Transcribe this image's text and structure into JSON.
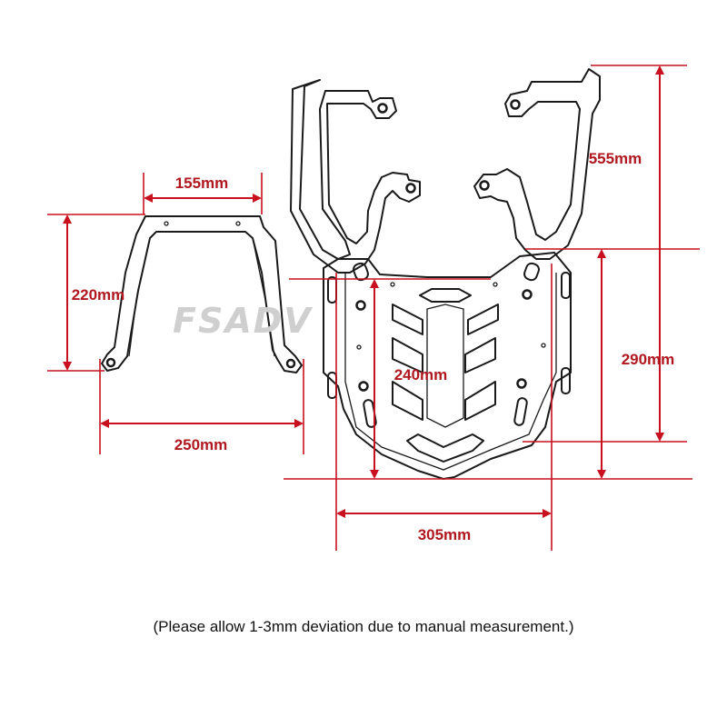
{
  "watermark": "FSADV",
  "dimensions": {
    "top_width": "155mm",
    "height_left": "220mm",
    "bottom_width": "250mm",
    "overall_height": "555mm",
    "rack_height": "290mm",
    "plate_height": "240mm",
    "rack_width": "305mm"
  },
  "caption": "(Please allow 1-3mm deviation due to manual measurement.)",
  "colors": {
    "dimension": "#c8101e",
    "outline": "#1a1a1a",
    "watermark": "#cfcfcf"
  }
}
